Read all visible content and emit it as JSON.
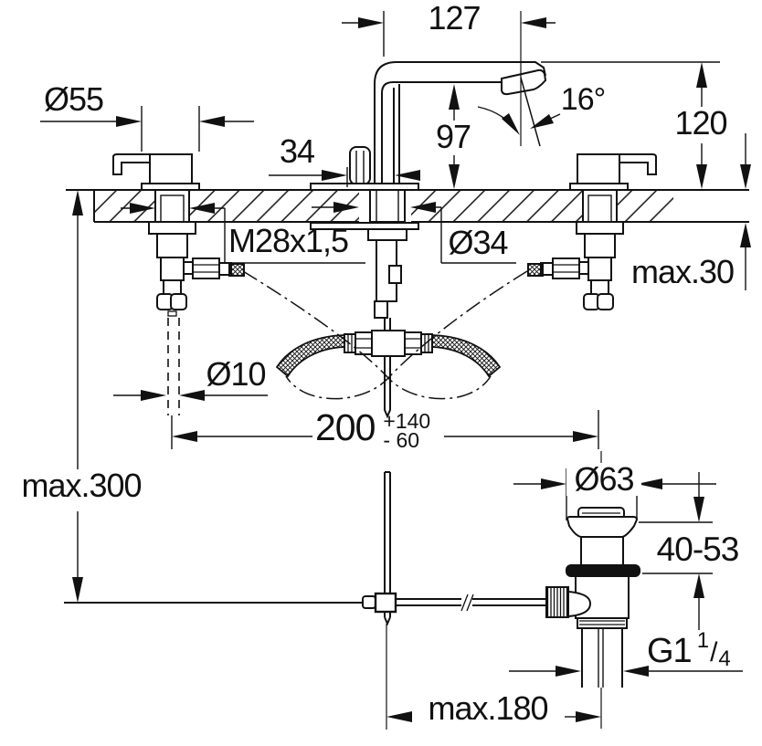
{
  "dims": {
    "spout_reach": "127",
    "spout_angle": "16°",
    "spout_height_above_deck": "120",
    "handle_base_dia": "Ø55",
    "rod_to_spout": "34",
    "spout_underside_height": "97",
    "deck_thickness_max": "max.30",
    "valve_thread": "M28x1,5",
    "deck_hole_dia": "Ø34",
    "pull_rod_dia": "Ø10",
    "handle_spacing": "200",
    "handle_spacing_plus": "+140",
    "handle_spacing_minus": "- 60",
    "mounting_depth_max": "max.300",
    "waste_flange_dia": "Ø63",
    "waste_deck_range": "40-53",
    "waste_thread_prefix": "G1",
    "waste_thread_num": "1",
    "waste_thread_slash": "/",
    "waste_thread_den": "4",
    "rod_horizontal_max": "max.180"
  }
}
